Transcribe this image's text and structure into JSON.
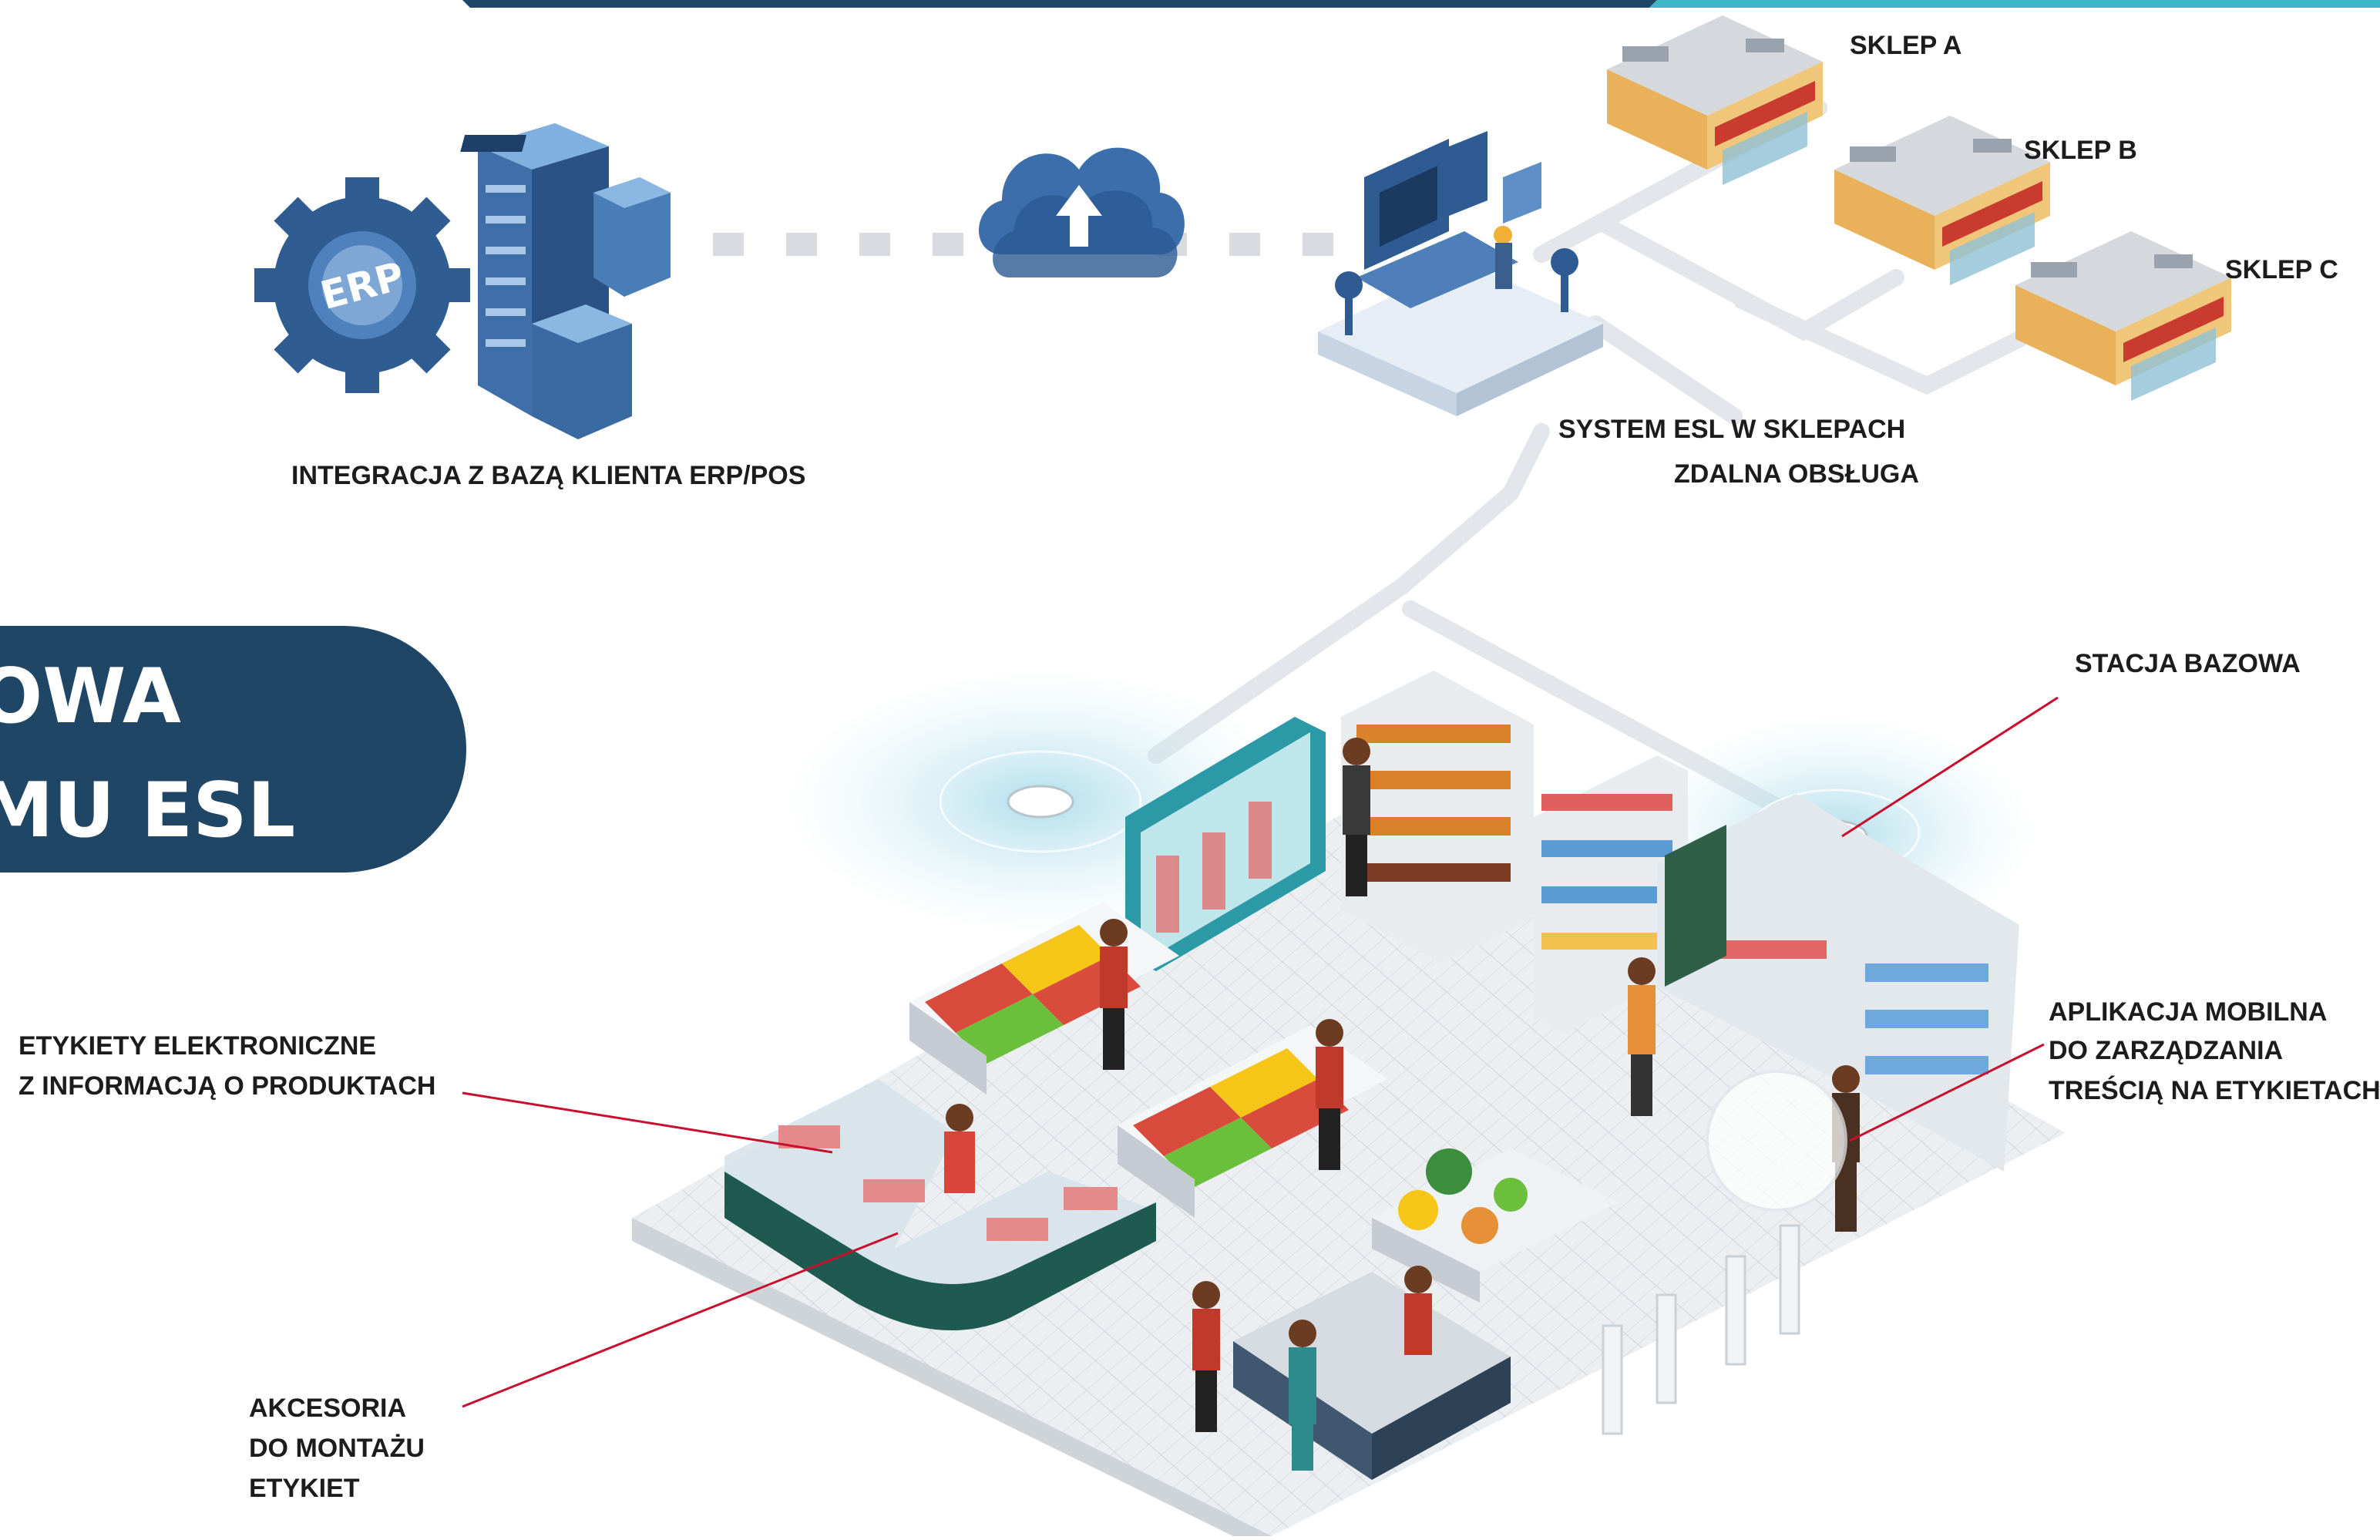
{
  "title": {
    "line1": "OWA",
    "line2": "MU ESL"
  },
  "labels": {
    "store_a": "SKLEP A",
    "store_b": "SKLEP B",
    "store_c": "SKLEP C",
    "integration": "INTEGRACJA Z BAZĄ KLIENTA ERP/POS",
    "esl_system_line1": "SYSTEM ESL W SKLEPACH",
    "esl_system_line2": "ZDALNA OBSŁUGA",
    "base_station": "STACJA BAZOWA",
    "labels_line1": "ETYKIETY ELEKTRONICZNE",
    "labels_line2": "Z INFORMACJĄ O PRODUKTACH",
    "mobile_line1": "APLIKACJA MOBILNA",
    "mobile_line2": "DO ZARZĄDZANIA",
    "mobile_line3": "TREŚCIĄ NA ETYKIETACH",
    "accessories_line1": "AKCESORIA",
    "accessories_line2": "DO MONTAŻU",
    "accessories_line3": "ETYKIET"
  },
  "icons": [
    "erp-gear-icon",
    "server-rack-icon",
    "cloud-upload-icon",
    "workstation-icon",
    "store-building-icon",
    "base-station-icon"
  ],
  "colors": {
    "navy": "#1f4664",
    "teal": "#3fb7c6",
    "pointer": "#c8102e",
    "floor": "#e9ecef"
  }
}
